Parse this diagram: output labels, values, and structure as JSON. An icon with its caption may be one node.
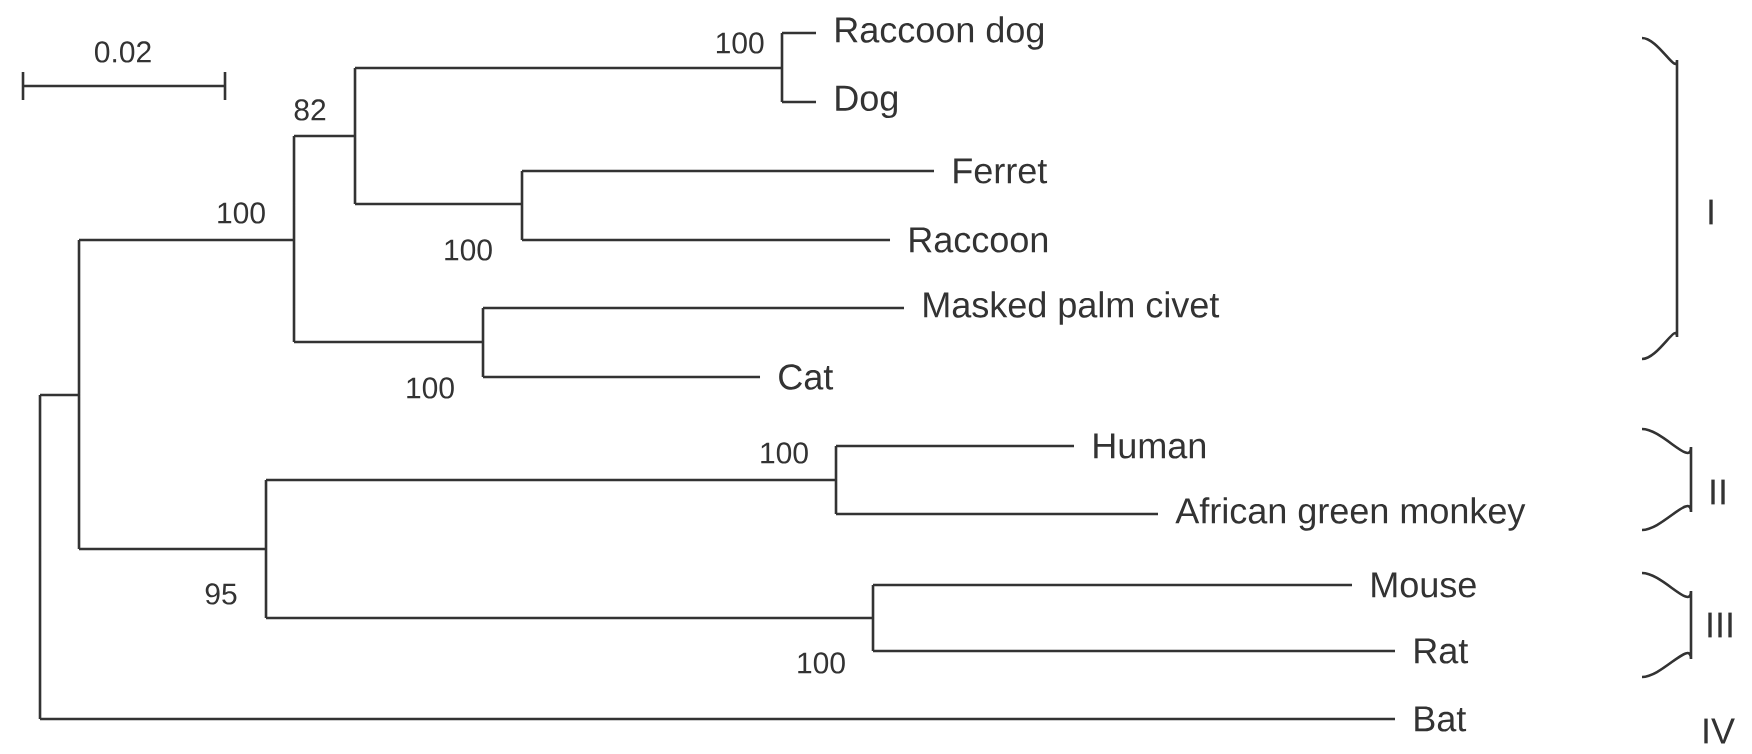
{
  "diagram": {
    "nodes": [
      {
        "text": [
          "Raccoon dog"
        ]
      },
      {
        "text": [
          "Dog"
        ]
      },
      {
        "text": [
          "Ferret"
        ]
      },
      {
        "text": [
          "Raccoon"
        ]
      },
      {
        "text": [
          "Masked palm civet"
        ]
      },
      {
        "text": [
          "Cat"
        ]
      },
      {
        "text": [
          "Human"
        ]
      },
      {
        "text": [
          "African green monkey"
        ]
      },
      {
        "text": [
          "Mouse"
        ]
      },
      {
        "text": [
          "Rat"
        ]
      },
      {
        "text": [
          "Bat"
        ]
      }
    ],
    "labels": [
      "0.02",
      "100",
      "82",
      "100",
      "100",
      "100",
      "100",
      "95",
      "100",
      "I",
      "II",
      "III",
      "IV"
    ]
  }
}
